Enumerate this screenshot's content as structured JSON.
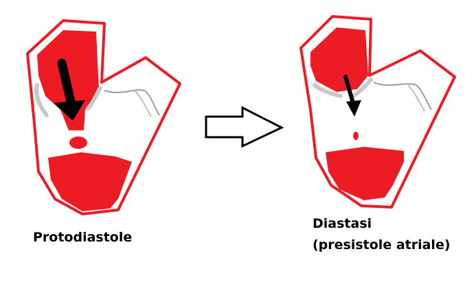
{
  "labels": {
    "left": "Protodiastole",
    "right_line1": "Diastasi",
    "right_line2": "(presistole atriale)"
  },
  "colors": {
    "blood": "#ed1c24",
    "outline": "#ed1c24",
    "valve": "#c8c8c8",
    "arrow": "#000000",
    "background": "#ffffff"
  }
}
